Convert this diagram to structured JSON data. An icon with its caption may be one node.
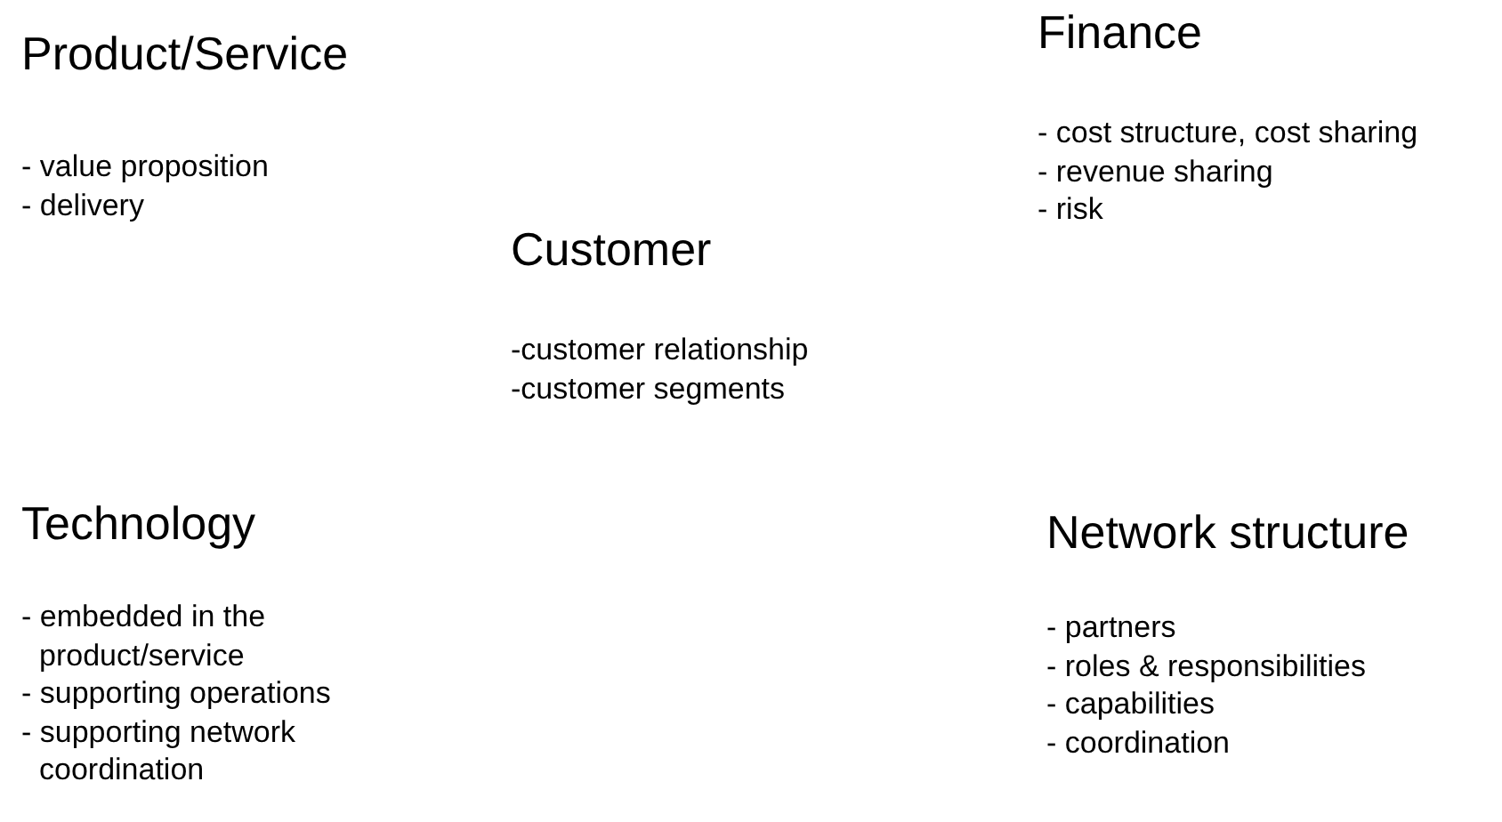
{
  "diagram": {
    "labels": [
      "Product/Service",
      "- value proposition",
      "- delivery",
      "Finance",
      "- cost structure, cost sharing",
      "- revenue sharing",
      "- risk",
      "Customer",
      "-customer relationship",
      "-customer segments",
      "Technology",
      "- embedded in the product/service",
      "- supporting operations",
      "- supporting network coordination",
      "Network structure",
      "- partners",
      "- roles & responsibilities",
      "- capabilities",
      "- coordination"
    ]
  }
}
